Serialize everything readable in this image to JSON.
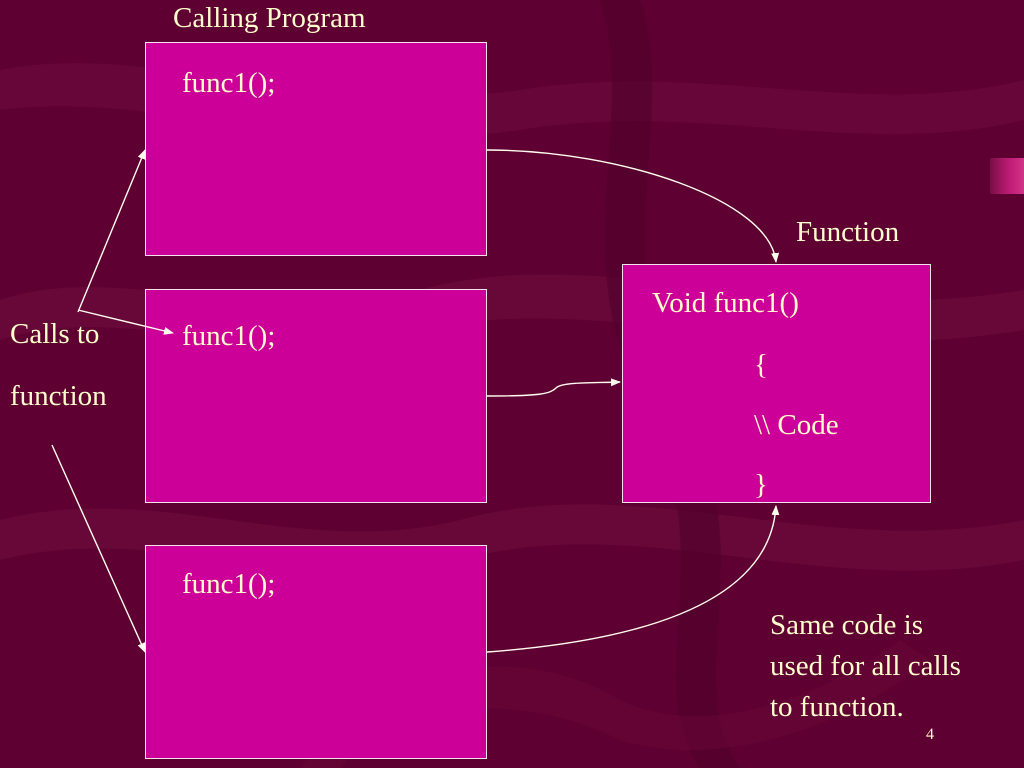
{
  "title": "Calling Program",
  "function_label": "Function",
  "calls_label": {
    "line1": "Calls to",
    "line2": "function"
  },
  "calling_boxes": [
    {
      "call": "func1();"
    },
    {
      "call": "func1();"
    },
    {
      "call": "func1();"
    }
  ],
  "function_box": {
    "signature": "Void func1()",
    "open_brace": "{",
    "body": "\\\\ Code",
    "close_brace": "}"
  },
  "note": {
    "line1": "Same code is",
    "line2": "used for all calls",
    "line3": "to function."
  },
  "page_number": "4",
  "colors": {
    "background": "#5e0032",
    "box_fill": "#cc0099",
    "text": "#ffffcc",
    "arrow": "#ffffee"
  }
}
